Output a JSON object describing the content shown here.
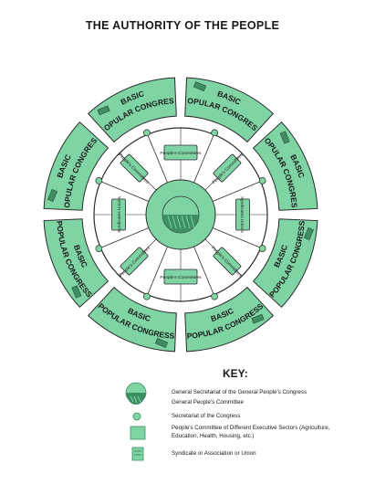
{
  "title": "THE AUTHORITY OF THE PEOPLE",
  "segment_label_line1": "BASIC",
  "segment_label_line2": "POPULAR CONGRESS",
  "inner_box_labels": {
    "peoples_committees": "People's Committees",
    "workers_unions_1": "Syndicates Unions",
    "workers_unions_2": "Syndicates Unions"
  },
  "key": {
    "title": "KEY:",
    "items": [
      {
        "id": "gen-secretariat",
        "label": "General Secretariat of the General People's Congress"
      },
      {
        "id": "gen-committee",
        "label": "General People's Committee"
      },
      {
        "id": "sec-congress",
        "label": "Secretariat of the Congress"
      },
      {
        "id": "exec-sectors",
        "label": "People's Committee of Different Executive Sectors (Agriculture, Education, Health, Housing, etc.)"
      },
      {
        "id": "syndicate",
        "label": "Syndicate or Association or Union"
      }
    ]
  },
  "colors": {
    "green": "#7fd4a4",
    "dark_green": "#3d8f62",
    "line": "#2b2b2b"
  }
}
